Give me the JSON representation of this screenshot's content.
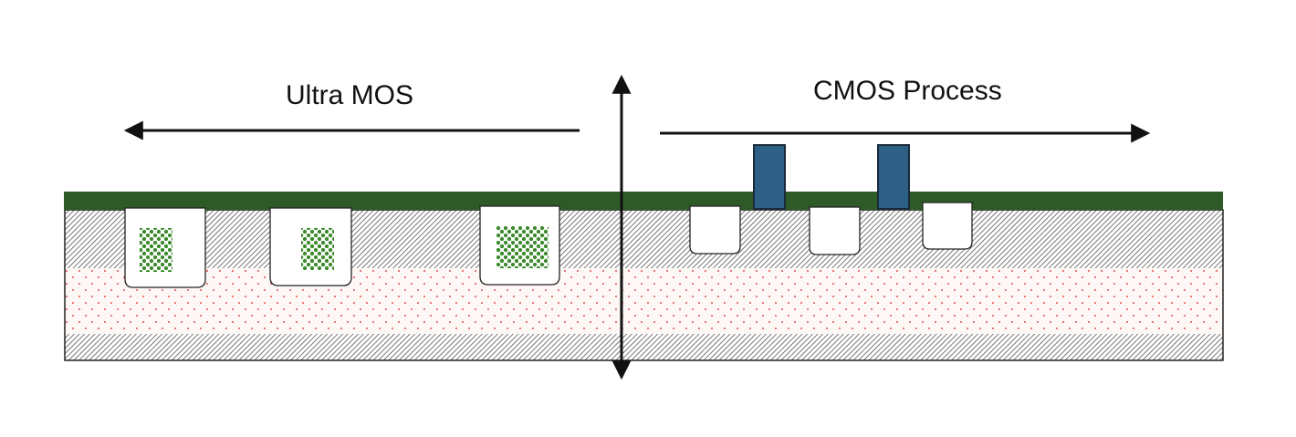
{
  "labels": {
    "left": "Ultra MOS",
    "right": "CMOS Process"
  },
  "colors": {
    "oxide_layer": "#2d5a27",
    "gate": "#2e5f85",
    "gate_outline": "#1a2a3a",
    "well_pattern": "#3c8c2e",
    "dots": "#e05050",
    "hatch": "#555555",
    "outline": "#222222",
    "arrow": "#111111"
  },
  "icons": {
    "left_arrow": "arrow-left",
    "right_arrow": "arrow-right",
    "divider": "double-headed-vertical-arrow"
  }
}
